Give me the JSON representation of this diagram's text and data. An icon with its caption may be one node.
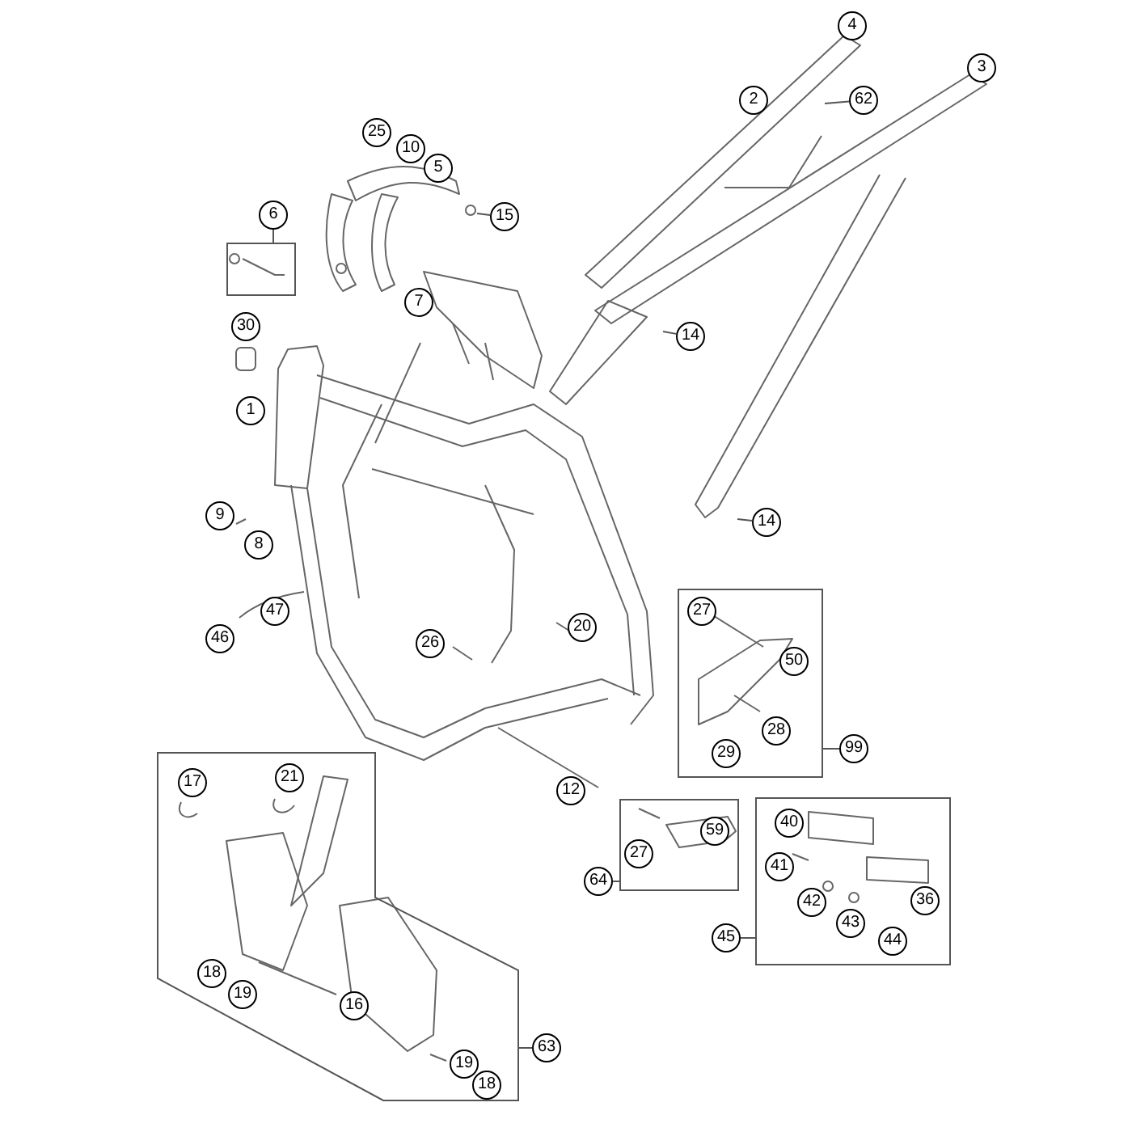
{
  "diagram": {
    "nodes": [
      {
        "text": [
          "4"
        ]
      },
      {
        "text": [
          "2"
        ]
      },
      {
        "text": [
          "62"
        ]
      },
      {
        "text": [
          "3"
        ]
      },
      {
        "text": [
          "25"
        ]
      },
      {
        "text": [
          "10"
        ]
      },
      {
        "text": [
          "5"
        ]
      },
      {
        "text": [
          "15"
        ]
      },
      {
        "text": [
          "6"
        ]
      },
      {
        "text": [],
        "shape": "box"
      },
      {
        "text": [
          "7"
        ]
      },
      {
        "text": [
          "30"
        ]
      },
      {
        "text": [
          "14"
        ]
      },
      {
        "text": [
          "1"
        ]
      },
      {
        "text": [
          "14"
        ]
      },
      {
        "text": [
          "9"
        ]
      },
      {
        "text": [
          "8"
        ]
      },
      {
        "text": [
          "47"
        ]
      },
      {
        "text": [
          "46"
        ]
      },
      {
        "text": [
          "20"
        ]
      },
      {
        "text": [
          "26"
        ]
      },
      {
        "text": [],
        "shape": "box"
      },
      {
        "text": [
          "27"
        ],
        "in": 21
      },
      {
        "text": [
          "50"
        ],
        "in": 21
      },
      {
        "text": [
          "28"
        ],
        "in": 21
      },
      {
        "text": [
          "29"
        ],
        "in": 21
      },
      {
        "text": [
          "99"
        ]
      },
      {
        "text": [
          "12"
        ]
      },
      {
        "text": [],
        "shape": "box"
      },
      {
        "text": [
          "17"
        ],
        "in": 28
      },
      {
        "text": [
          "21"
        ],
        "in": 28
      },
      {
        "text": [],
        "shape": "box"
      },
      {
        "text": [
          "59"
        ],
        "in": 31
      },
      {
        "text": [
          "27"
        ],
        "in": 31
      },
      {
        "text": [
          "64"
        ]
      },
      {
        "text": [],
        "shape": "box"
      },
      {
        "text": [
          "40"
        ],
        "in": 35
      },
      {
        "text": [
          "41"
        ],
        "in": 35
      },
      {
        "text": [
          "42"
        ],
        "in": 35
      },
      {
        "text": [
          "36"
        ],
        "in": 35
      },
      {
        "text": [
          "43"
        ],
        "in": 35
      },
      {
        "text": [
          "44"
        ],
        "in": 35
      },
      {
        "text": [
          "45"
        ]
      },
      {
        "text": [
          "18"
        ],
        "in": 28
      },
      {
        "text": [
          "19"
        ],
        "in": 28
      },
      {
        "text": [
          "16"
        ],
        "in": 28
      },
      {
        "text": [
          "19"
        ],
        "in": 28
      },
      {
        "text": [
          "18"
        ],
        "in": 28
      },
      {
        "text": [
          "63"
        ]
      }
    ],
    "edges": [
      {
        "from": 8,
        "to": 9,
        "arrow": "none"
      },
      {
        "from": 26,
        "to": 21,
        "arrow": "none"
      },
      {
        "from": 34,
        "to": 31,
        "arrow": "none"
      },
      {
        "from": 42,
        "to": 35,
        "arrow": "none"
      },
      {
        "from": 48,
        "to": 28,
        "arrow": "none"
      },
      {
        "from": 2,
        "to": null,
        "arrow": "none"
      },
      {
        "from": 7,
        "to": null,
        "arrow": "none"
      },
      {
        "from": 12,
        "to": null,
        "arrow": "none"
      },
      {
        "from": 14,
        "to": null,
        "arrow": "none"
      }
    ]
  }
}
